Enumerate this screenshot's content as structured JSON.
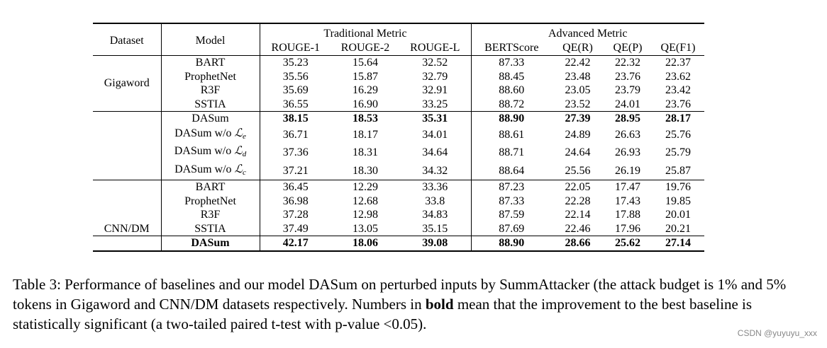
{
  "table": {
    "headers": {
      "dataset": "Dataset",
      "model": "Model",
      "traditional": "Traditional Metric",
      "advanced": "Advanced Metric",
      "columns": [
        "ROUGE-1",
        "ROUGE-2",
        "ROUGE-L",
        "BERTScore",
        "QE(R)",
        "QE(P)",
        "QE(F1)"
      ]
    },
    "datasets": [
      "Gigaword",
      "CNN/DM"
    ],
    "gigaword_baselines": [
      {
        "model": "BART",
        "values": [
          "35.23",
          "15.64",
          "32.52",
          "87.33",
          "22.42",
          "22.32",
          "22.37"
        ]
      },
      {
        "model": "ProphetNet",
        "values": [
          "35.56",
          "15.87",
          "32.79",
          "88.45",
          "23.48",
          "23.76",
          "23.62"
        ]
      },
      {
        "model": "R3F",
        "values": [
          "35.69",
          "16.29",
          "32.91",
          "88.60",
          "23.05",
          "23.79",
          "23.42"
        ]
      },
      {
        "model": "SSTIA",
        "values": [
          "36.55",
          "16.90",
          "33.25",
          "88.72",
          "23.52",
          "24.01",
          "23.76"
        ]
      }
    ],
    "gigaword_ours": [
      {
        "model": "DASum",
        "values": [
          "38.15",
          "18.53",
          "35.31",
          "88.90",
          "27.39",
          "28.95",
          "28.17"
        ],
        "bold": true
      },
      {
        "model_prefix": "DASum w/o ",
        "symbol": "ℒ",
        "subscript": "e",
        "values": [
          "36.71",
          "18.17",
          "34.01",
          "88.61",
          "24.89",
          "26.63",
          "25.76"
        ]
      },
      {
        "model_prefix": "DASum w/o ",
        "symbol": "ℒ",
        "subscript": "d",
        "values": [
          "37.36",
          "18.31",
          "34.64",
          "88.71",
          "24.64",
          "26.93",
          "25.79"
        ]
      },
      {
        "model_prefix": "DASum w/o ",
        "symbol": "ℒ",
        "subscript": "c",
        "values": [
          "37.21",
          "18.30",
          "34.32",
          "88.64",
          "25.56",
          "26.19",
          "25.87"
        ]
      }
    ],
    "cnn_baselines": [
      {
        "model": "BART",
        "values": [
          "36.45",
          "12.29",
          "33.36",
          "87.23",
          "22.05",
          "17.47",
          "19.76"
        ]
      },
      {
        "model": "ProphetNet",
        "values": [
          "36.98",
          "12.68",
          "33.8",
          "87.33",
          "22.28",
          "17.43",
          "19.85"
        ]
      },
      {
        "model": "R3F",
        "values": [
          "37.28",
          "12.98",
          "34.83",
          "87.59",
          "22.14",
          "17.88",
          "20.01"
        ]
      },
      {
        "model": "SSTIA",
        "values": [
          "37.49",
          "13.05",
          "35.15",
          "87.69",
          "22.46",
          "17.96",
          "20.21"
        ]
      }
    ],
    "cnn_ours": [
      {
        "model": "DASum",
        "values": [
          "42.17",
          "18.06",
          "39.08",
          "88.90",
          "28.66",
          "25.62",
          "27.14"
        ],
        "bold": true
      }
    ]
  },
  "caption": {
    "part1": "Table 3: Performance of baselines and our model DASum on perturbed inputs by SummAttacker (the attack budget is 1% and 5% tokens in Gigaword and CNN/DM datasets respectively. Numbers in ",
    "bold_word": "bold",
    "part2": " mean that the improvement to the best baseline is statistically significant (a two-tailed paired t-test with p-value <0.05)."
  },
  "watermark": "CSDN @yuyuyu_xxx"
}
